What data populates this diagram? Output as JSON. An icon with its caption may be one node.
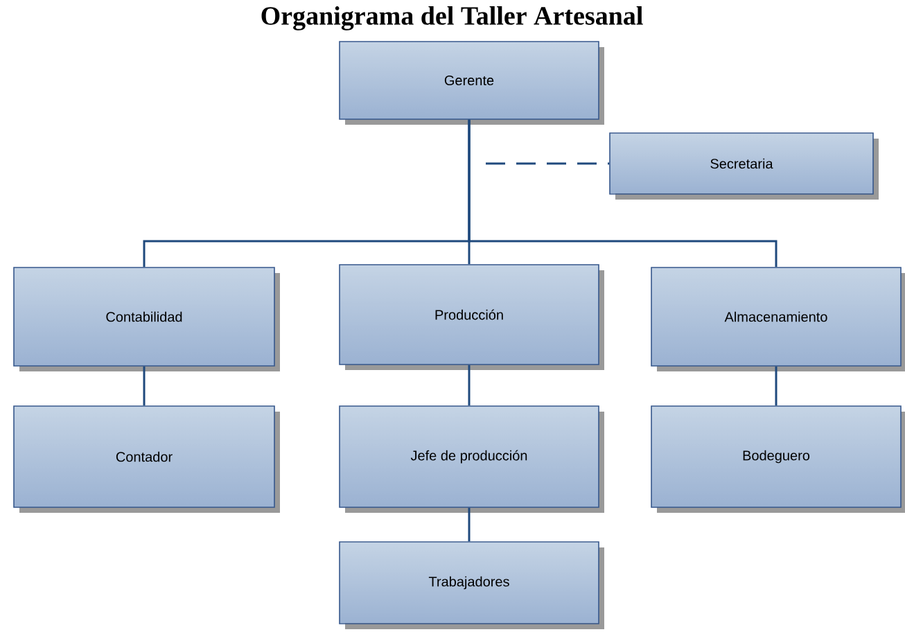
{
  "diagram": {
    "title": "Organigrama del Taller Artesanal",
    "nodes": [
      {
        "text": [
          "Gerente"
        ]
      },
      {
        "text": [
          "Secretaria"
        ]
      },
      {
        "text": [
          "Contabilidad"
        ]
      },
      {
        "text": [
          "Producción"
        ]
      },
      {
        "text": [
          "Almacenamiento"
        ]
      },
      {
        "text": [
          "Contador"
        ]
      },
      {
        "text": [
          "Jefe de producción"
        ]
      },
      {
        "text": [
          "Bodeguero"
        ]
      },
      {
        "text": [
          "Trabajadores"
        ]
      }
    ],
    "edges": [
      {
        "from": 0,
        "to": 1,
        "arrow": "none",
        "style": "dashed"
      },
      {
        "from": 0,
        "to": 2,
        "arrow": "none"
      },
      {
        "from": 0,
        "to": 3,
        "arrow": "none"
      },
      {
        "from": 0,
        "to": 4,
        "arrow": "none"
      },
      {
        "from": 2,
        "to": 5,
        "arrow": "none"
      },
      {
        "from": 3,
        "to": 6,
        "arrow": "none"
      },
      {
        "from": 4,
        "to": 7,
        "arrow": "none"
      },
      {
        "from": 6,
        "to": 8,
        "arrow": "none"
      }
    ]
  }
}
